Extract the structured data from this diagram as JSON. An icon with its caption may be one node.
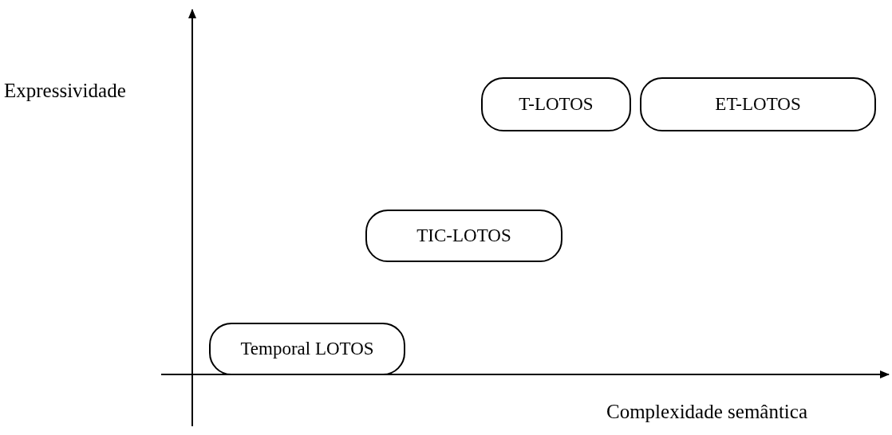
{
  "diagram": {
    "nodes": [
      {
        "text": [
          "T-LOTOS"
        ]
      },
      {
        "text": [
          "ET-LOTOS"
        ]
      },
      {
        "text": [
          "TIC-LOTOS"
        ]
      },
      {
        "text": [
          "Temporal LOTOS"
        ]
      }
    ],
    "labels": [
      "Expressividade",
      "Complexidade semântica"
    ]
  }
}
